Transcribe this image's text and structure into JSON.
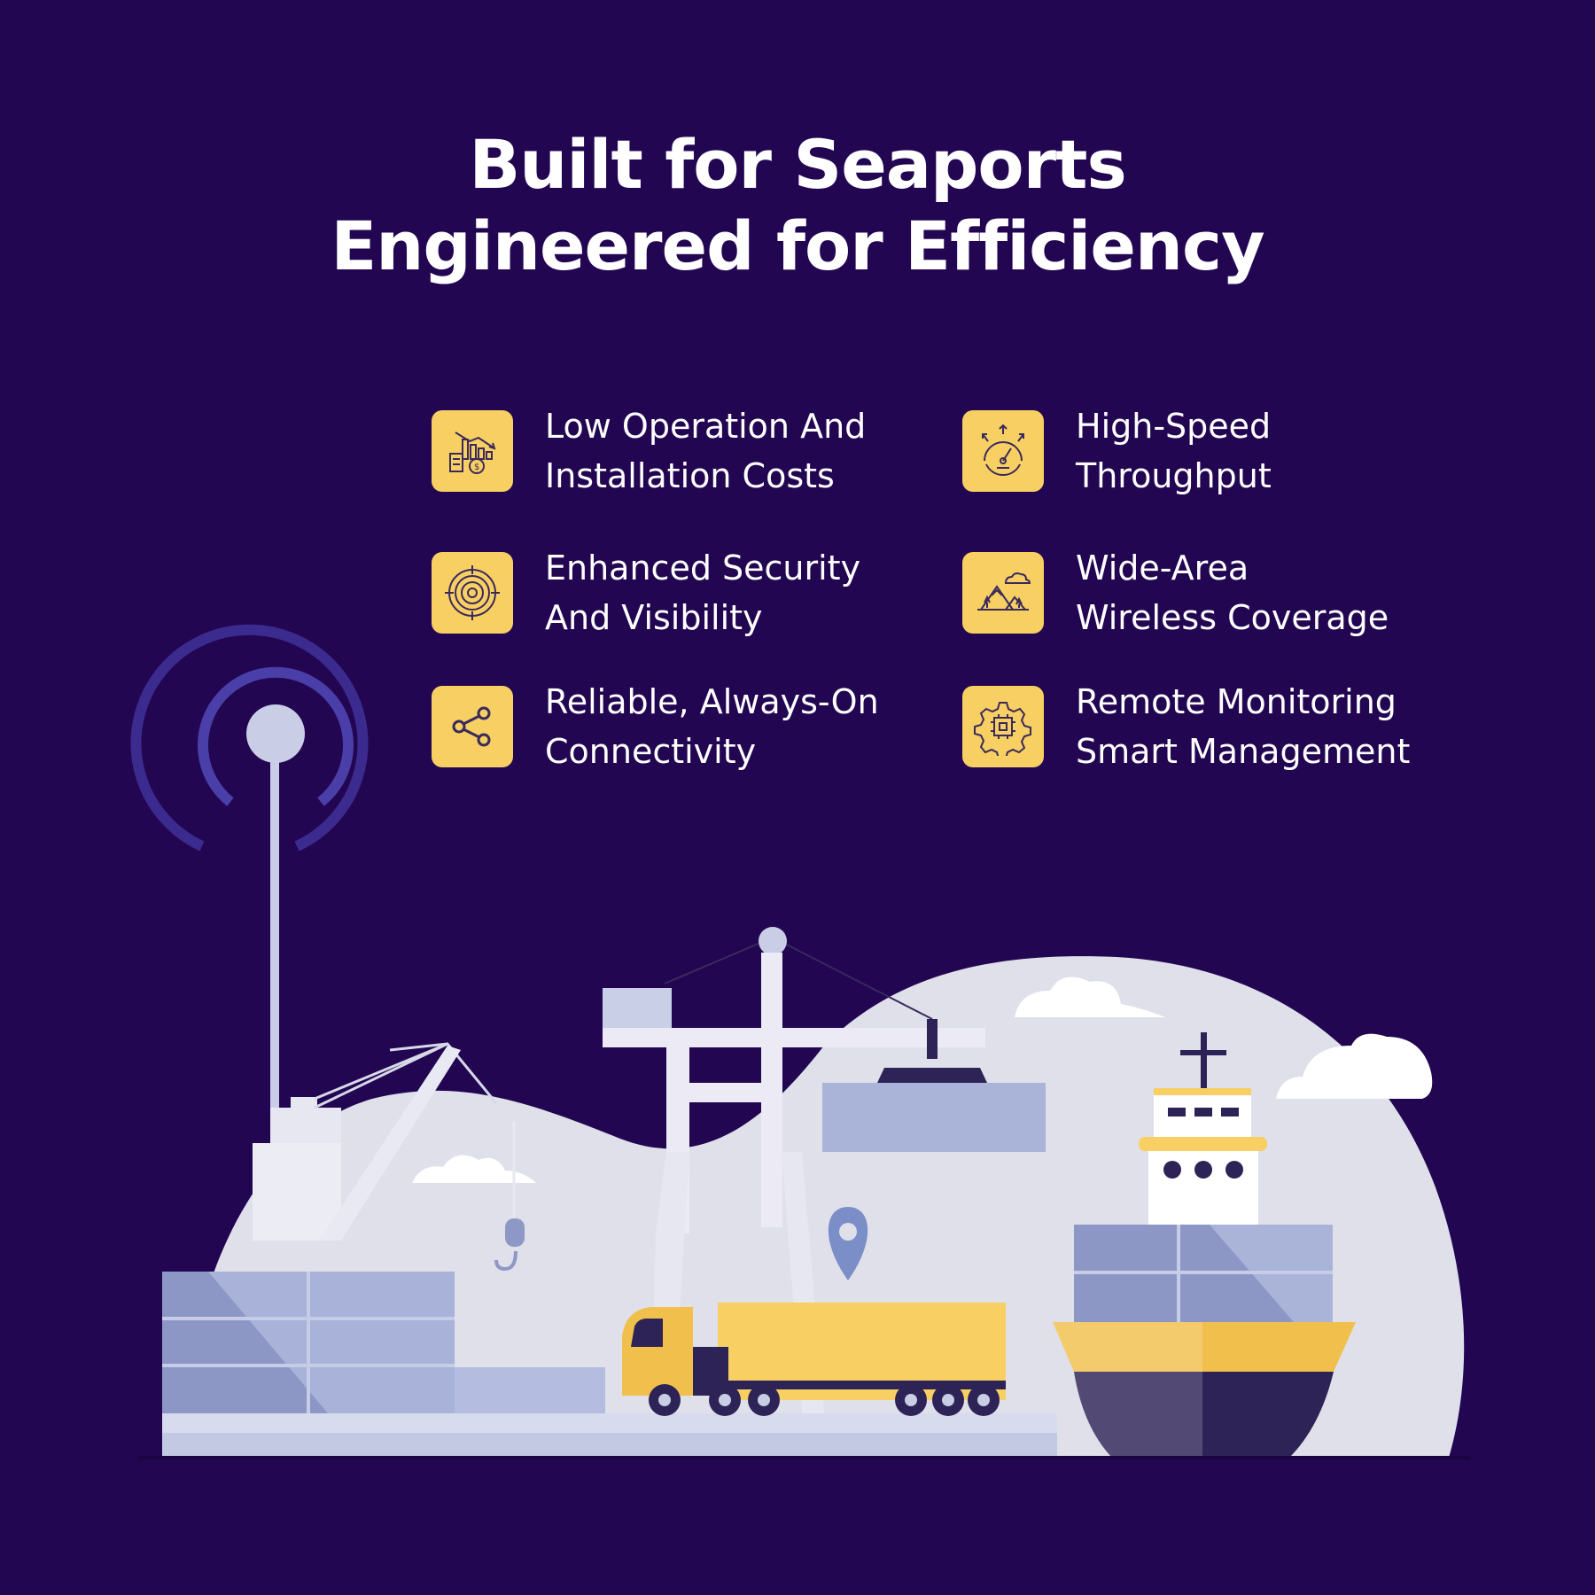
{
  "heading": {
    "line1": "Built for Seaports",
    "line2": "Engineered for Efficiency"
  },
  "features": [
    {
      "line1": "Low Operation And",
      "line2": "Installation Costs",
      "icon": "cost-chart-icon"
    },
    {
      "line1": "High-Speed",
      "line2": "Throughput",
      "icon": "speedometer-icon"
    },
    {
      "line1": "Enhanced Security",
      "line2": "And Visibility",
      "icon": "target-radar-icon"
    },
    {
      "line1": "Wide-Area",
      "line2": "Wireless Coverage",
      "icon": "landscape-icon"
    },
    {
      "line1": "Reliable, Always-On",
      "line2": "Connectivity",
      "icon": "share-icon"
    },
    {
      "line1": "Remote Monitoring",
      "line2": "Smart Management",
      "icon": "gear-chip-icon"
    }
  ],
  "colors": {
    "background": "#220652",
    "accent": "#f8cf62",
    "text": "#ffffff",
    "icon_stroke": "#3a2a5c"
  }
}
